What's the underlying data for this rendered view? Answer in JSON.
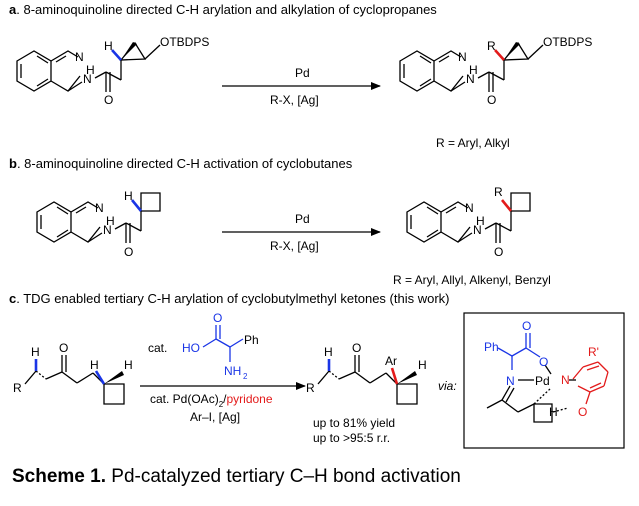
{
  "panels": {
    "a": {
      "letter": "a",
      "title": ". 8-aminoquinoline directed C-H arylation and alkylation of cyclopropanes",
      "reagent_top": "Pd",
      "reagent_bottom": "R-X, [Ag]",
      "start_groups": {
        "n": "N",
        "nh": "N",
        "h_nh": "H",
        "o": "O",
        "h": "H",
        "otbdps": "OTBDPS"
      },
      "product_groups": {
        "n": "N",
        "nh": "N",
        "h_nh": "H",
        "o": "O",
        "r": "R",
        "otbdps": "OTBDPS"
      },
      "note": "R = Aryl, Alkyl"
    },
    "b": {
      "letter": "b",
      "title": ". 8-aminoquinoline directed C-H activation of cyclobutanes",
      "reagent_top": "Pd",
      "reagent_bottom": "R-X, [Ag]",
      "start_groups": {
        "n": "N",
        "nh": "N",
        "h_nh": "H",
        "o": "O",
        "h": "H"
      },
      "product_groups": {
        "n": "N",
        "nh": "N",
        "h_nh": "H",
        "o": "O",
        "r": "R"
      },
      "note": "R = Aryl, Allyl, Alkenyl, Benzyl"
    },
    "c": {
      "letter": "c",
      "title": ". TDG enabled tertiary C-H arylation of cyclobutylmethyl ketones (this work)",
      "catalyst_prefix": "cat.",
      "amino_acid": {
        "o": "O",
        "ho": "HO",
        "ph": "Ph",
        "nh2": "NH",
        "nh2_sub": "2"
      },
      "pd_line": {
        "prefix": "cat. Pd(OAc)",
        "sub": "2",
        "slash": "/",
        "ligand": "pyridone"
      },
      "reagent_bottom": "Ar–I, [Ag]",
      "start_groups": {
        "h1": "H",
        "r": "R",
        "o": "O",
        "h2": "H",
        "h3": "H"
      },
      "product_groups": {
        "h1": "H",
        "r": "R",
        "o": "O",
        "ar": "Ar",
        "h3": "H"
      },
      "yield": "up to 81% yield",
      "rr": "up to >95:5 r.r.",
      "via": "via:",
      "intermediate": {
        "ph": "Ph",
        "o_top": "O",
        "o_ring": "O",
        "n": "N",
        "pd": "Pd",
        "n_pyr": "N",
        "r_prime": "R'",
        "h": "H",
        "o_pyr": "O"
      }
    }
  },
  "caption": {
    "label": "Scheme 1.",
    "text": " Pd-catalyzed tertiary C–H bond activation"
  },
  "colors": {
    "highlight_red": "#e31b1b",
    "highlight_blue": "#1a35e6",
    "bond": "#000000"
  }
}
